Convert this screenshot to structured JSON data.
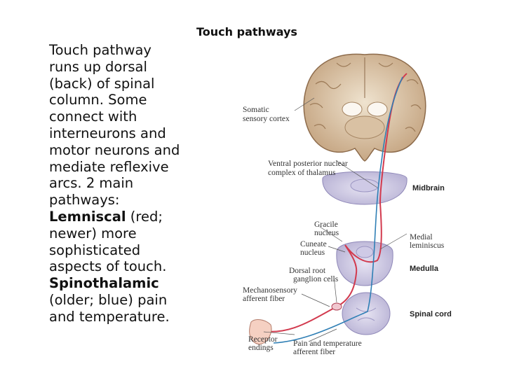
{
  "slide": {
    "title": "Touch pathways",
    "body": {
      "part1": "Touch pathway runs up dorsal (back) of spinal column. Some connect with interneurons and motor neurons and mediate reflexive arcs. 2 main pathways: ",
      "bold1": "Lemniscal",
      "part2": " (red; newer) more sophisticated aspects of touch. ",
      "bold2": "Spinothalamic",
      "part3": " (older; blue) pain and temperature."
    }
  },
  "figure": {
    "labels": {
      "somatic_1": "Somatic",
      "somatic_2": "sensory cortex",
      "vpn_1": "Ventral posterior nuclear",
      "vpn_2": "complex of thalamus",
      "gracile_1": "Gracile",
      "gracile_2": "nucleus",
      "cuneate_1": "Cuneate",
      "cuneate_2": "nucleus",
      "drg_1": "Dorsal root",
      "drg_2": "ganglion cells",
      "mech_1": "Mechanosensory",
      "mech_2": "afferent fiber",
      "receptor_1": "Receptor",
      "receptor_2": "endings",
      "pain_1": "Pain and temperature",
      "pain_2": "afferent fiber",
      "medial_1": "Medial",
      "medial_2": "leminiscus"
    },
    "region_labels": {
      "midbrain": "Midbrain",
      "medulla": "Medulla",
      "spinal_cord": "Spinal cord"
    },
    "colors": {
      "lemniscal": "#d23a4e",
      "spinothalamic": "#2f7fb5",
      "brain_tissue": "#c9ad8a",
      "section_fill": "#d4d0e8"
    }
  }
}
